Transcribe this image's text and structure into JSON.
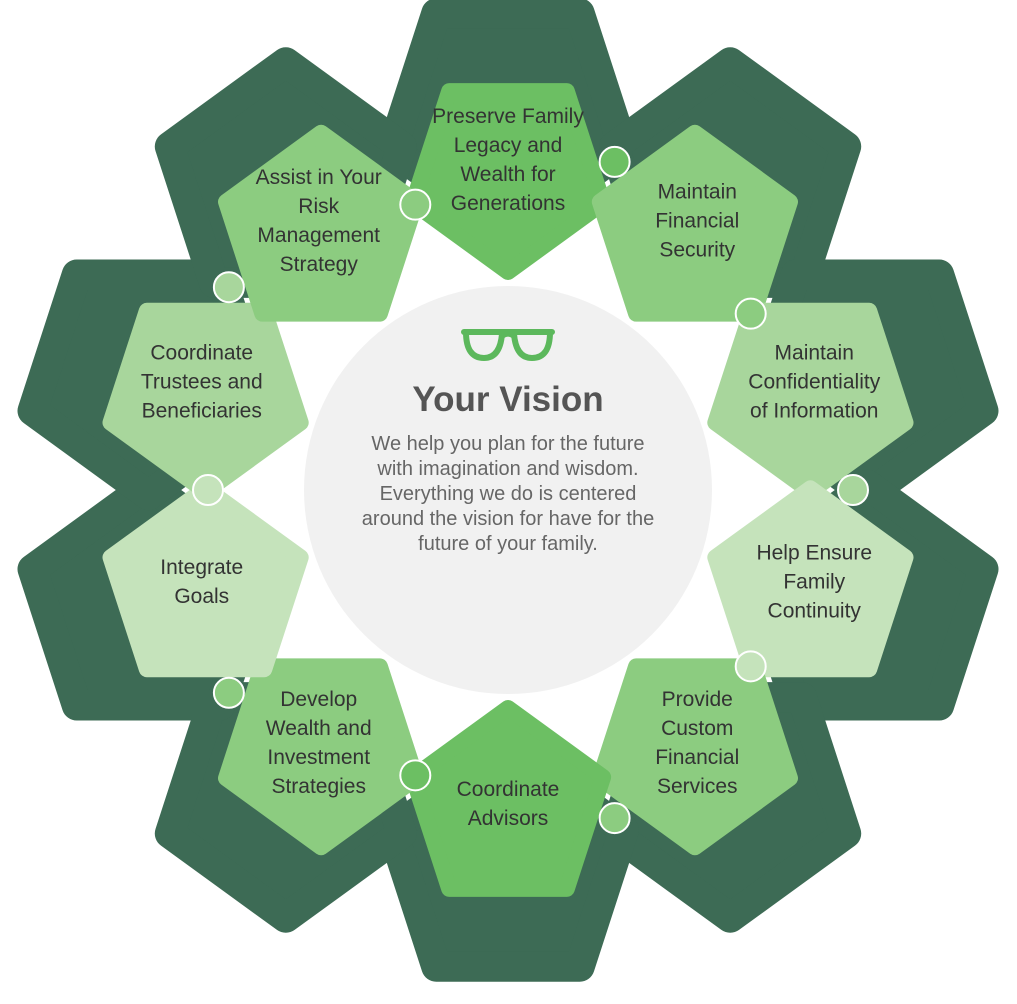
{
  "center": {
    "title": "Your Vision",
    "body": "We help you plan for the future with imagination and wisdom. Everything we do is centered around the vision for have for the future of your family.",
    "icon": "glasses-icon"
  },
  "pieces": [
    {
      "label": "Preserve Family\nLegacy and\nWealth for\nGenerations",
      "color": "#6cbf63"
    },
    {
      "label": "Maintain\nFinancial\nSecurity",
      "color": "#8ccc80"
    },
    {
      "label": "Maintain\nConfidentiality\nof Information",
      "color": "#a8d69c"
    },
    {
      "label": "Help Ensure\nFamily\nContinuity",
      "color": "#c5e3bb"
    },
    {
      "label": "Provide\nCustom\nFinancial\nServices",
      "color": "#8ccc80"
    },
    {
      "label": "Coordinate\nAdvisors",
      "color": "#6cbf63"
    },
    {
      "label": "Develop\nWealth and\nInvestment\nStrategies",
      "color": "#8ccc80"
    },
    {
      "label": "Integrate\nGoals",
      "color": "#c5e3bb"
    },
    {
      "label": "Coordinate\nTrustees and\nBeneficiaries",
      "color": "#a8d69c"
    },
    {
      "label": "Assist in Your\nRisk\nManagement\nStrategy",
      "color": "#8ccc80"
    }
  ],
  "colors": {
    "frame": "#3d6b55",
    "center": "#f1f1f1",
    "icon": "#5cb85c"
  }
}
